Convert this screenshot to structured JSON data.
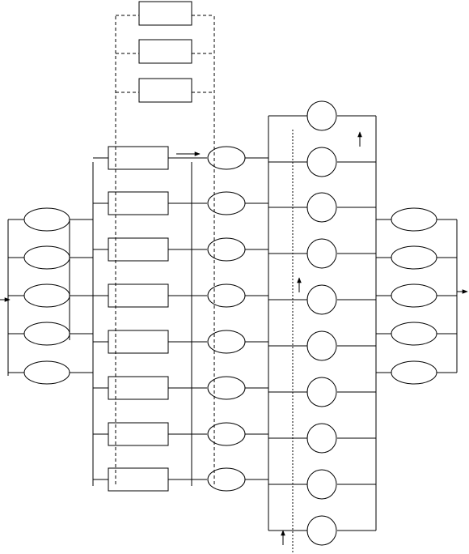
{
  "diagram": {
    "description_free": true,
    "stroke_color": "#000000",
    "background_color": "#ffffff",
    "dashed_style": "dashed",
    "dotted_style": "dotted",
    "groups": {
      "top_rect_stack": {
        "count": 3
      },
      "input_ellipses": {
        "count": 5
      },
      "middle_rects": {
        "count": 8
      },
      "middle_ellipses": {
        "count": 8
      },
      "circles": {
        "count": 10
      },
      "output_ellipses": {
        "count": 5
      }
    },
    "arrows": [
      "input-arrow",
      "output-arrow",
      "mid-right-arrow",
      "up-arrow-top-right",
      "up-arrow-center",
      "up-arrow-bottom"
    ]
  }
}
